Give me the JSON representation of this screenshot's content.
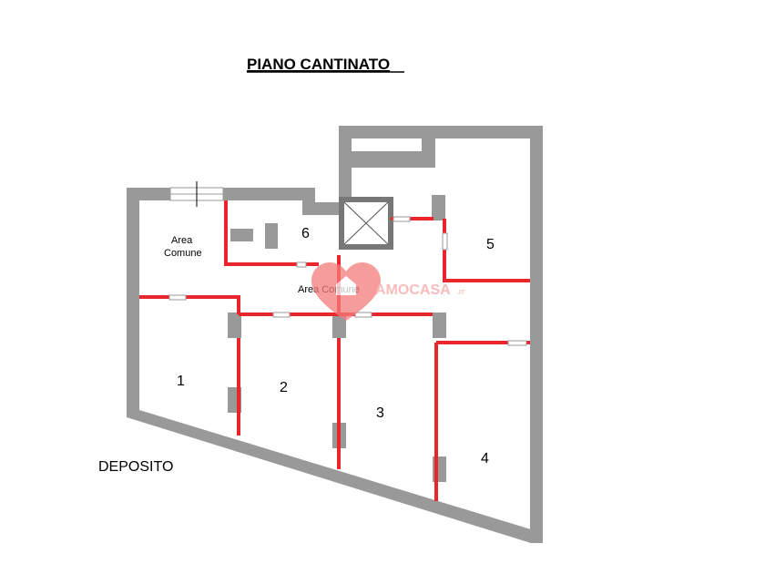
{
  "plan": {
    "title": "PIANO CANTINATO",
    "deposito_label": "DEPOSITO",
    "common_area_top": "Area\nComune",
    "common_area_top_line1": "Area",
    "common_area_top_line2": "Comune",
    "common_area_mid": "Area Comune",
    "rooms": [
      "1",
      "2",
      "3",
      "4",
      "5",
      "6"
    ]
  },
  "watermark": {
    "text": "AMOCASA",
    "suffix": ".IT"
  },
  "colors": {
    "wall": "#999999",
    "partition": "#e8262b",
    "watermark": "#f47c7c"
  }
}
